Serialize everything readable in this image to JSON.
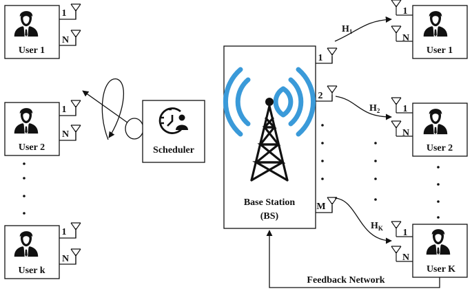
{
  "left_users": [
    {
      "label": "User 1",
      "antennas": [
        "1",
        "N"
      ]
    },
    {
      "label": "User 2",
      "antennas": [
        "1",
        "N"
      ]
    },
    {
      "label": "User k",
      "antennas": [
        "1",
        "N"
      ]
    }
  ],
  "right_users": [
    {
      "label": "User 1",
      "antennas": [
        "1",
        "N"
      ],
      "channel": "H",
      "channel_sub": "1"
    },
    {
      "label": "User 2",
      "antennas": [
        "1",
        "N"
      ],
      "channel": "H",
      "channel_sub": "2"
    },
    {
      "label": "User K",
      "antennas": [
        "1",
        "N"
      ],
      "channel": "H",
      "channel_sub": "K"
    }
  ],
  "scheduler": {
    "label": "Scheduler",
    "icon": "clock-person-icon"
  },
  "base_station": {
    "label_line1": "Base Station",
    "label_line2": "(BS)",
    "antennas": [
      "1",
      "2",
      "M"
    ],
    "icon": "radio-tower-icon",
    "signal_color": "#3A9AD9"
  },
  "feedback": {
    "label": "Feedback Network"
  }
}
